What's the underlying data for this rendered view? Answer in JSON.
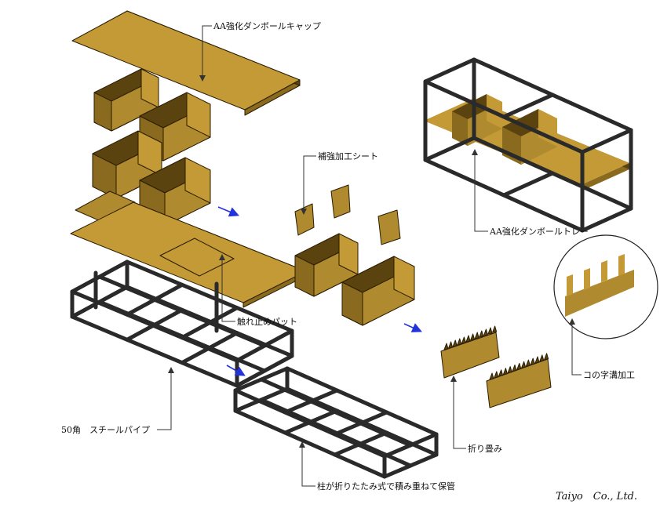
{
  "labels": {
    "cap": "AA強化ダンボールキャップ",
    "sheet": "補強加工シート",
    "tray": "AA強化ダンボールトレー",
    "pad": "触れ止めパット",
    "pipe": "50角　スチールパイプ",
    "fold": "折り畳み",
    "groove": "コの字溝加工",
    "stack": "柱が折りたたみ式で積み重ねて保管"
  },
  "credit": "Taiyo　Co., Ltd.",
  "colors": {
    "cardboard": "#b08a2e",
    "cardboard_top": "#c39a35",
    "cardboard_side": "#8a6a1e",
    "cardboard_dark": "#5a430f",
    "arrow": "#2233dd",
    "line": "#2a2a2a"
  }
}
